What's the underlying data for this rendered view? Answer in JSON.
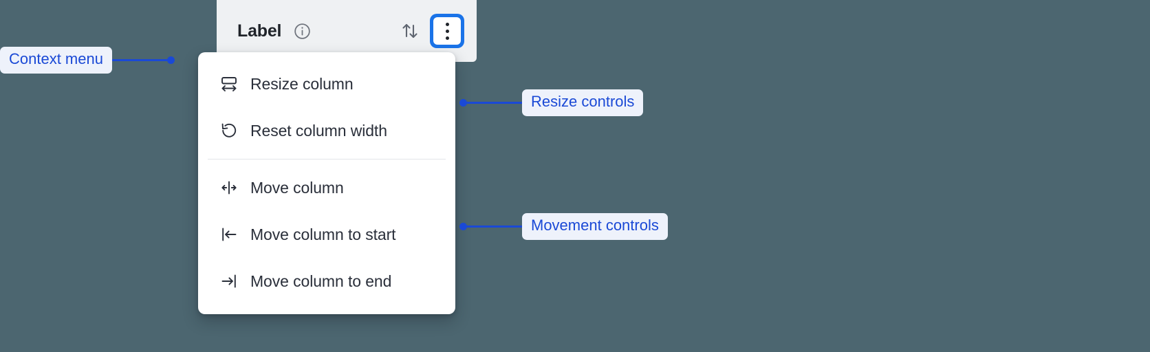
{
  "background_color": "#4c6670",
  "accent_color": "#1a49d6",
  "focus_ring_color": "#1a73e8",
  "column_header": {
    "title": "Label",
    "info_icon": "info-circle-icon",
    "sort_icon": "sort-up-down-icon",
    "menu_icon": "kebab-menu-icon"
  },
  "context_menu": {
    "groups": [
      {
        "name": "resize",
        "items": [
          {
            "icon": "resize-column-icon",
            "label": "Resize column"
          },
          {
            "icon": "reset-width-icon",
            "label": "Reset column width"
          }
        ]
      },
      {
        "name": "movement",
        "items": [
          {
            "icon": "move-column-icon",
            "label": "Move column"
          },
          {
            "icon": "move-to-start-icon",
            "label": "Move column to start"
          },
          {
            "icon": "move-to-end-icon",
            "label": "Move column to end"
          }
        ]
      }
    ]
  },
  "annotations": [
    {
      "id": "context-menu",
      "label": "Context menu"
    },
    {
      "id": "resize",
      "label": "Resize controls"
    },
    {
      "id": "movement",
      "label": "Movement controls"
    }
  ]
}
